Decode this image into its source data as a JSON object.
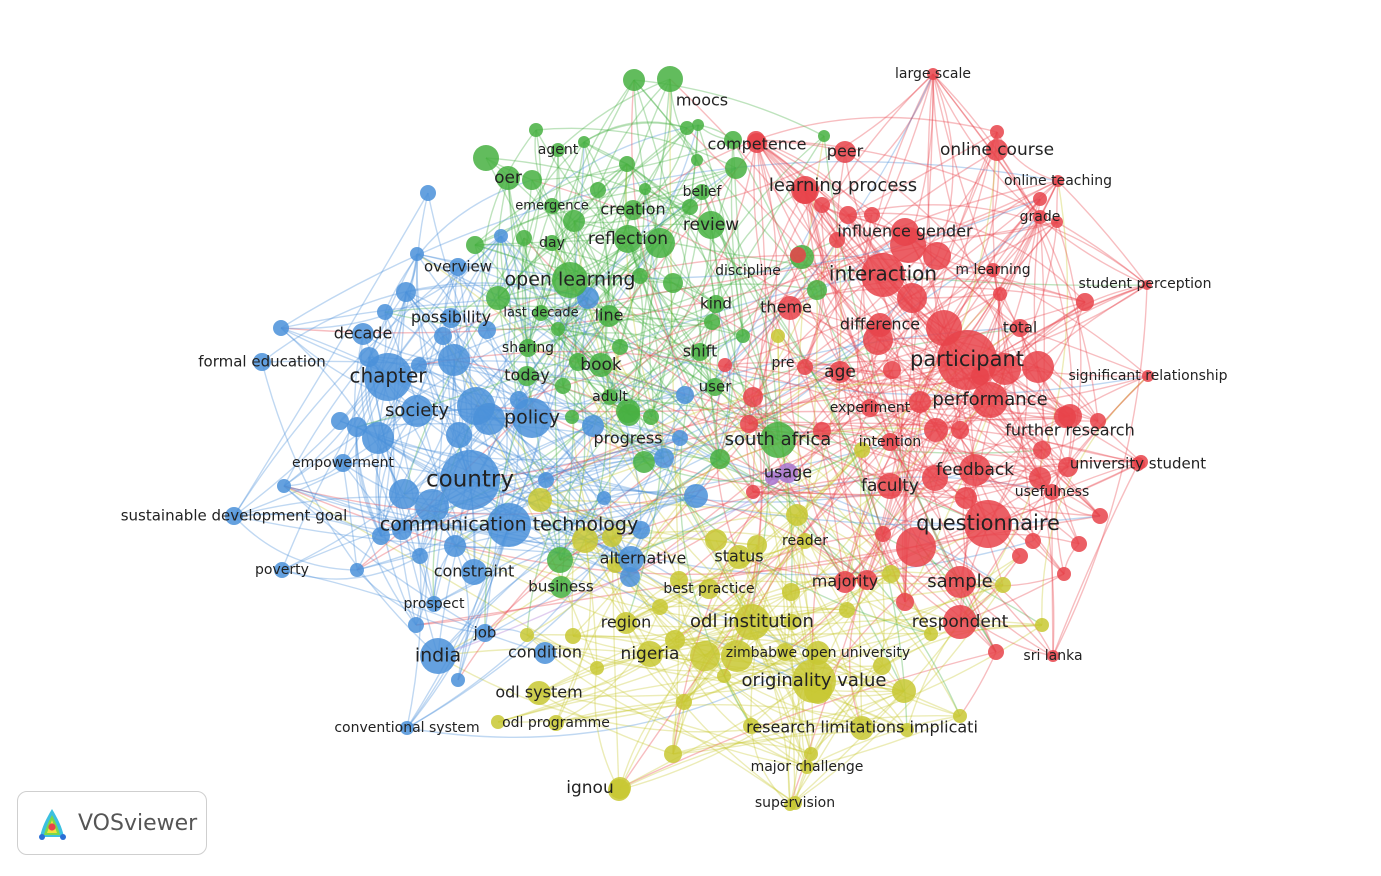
{
  "app": {
    "name": "VOSviewer"
  },
  "colors": {
    "cluster_red": "#e8434a",
    "cluster_green": "#46b041",
    "cluster_blue": "#4a90d9",
    "cluster_yellow": "#c8c832",
    "cluster_purple": "#a874d0"
  },
  "nodes": [
    {
      "id": "large-scale",
      "label": "large scale",
      "cluster": "red"
    },
    {
      "id": "online-course",
      "label": "online course",
      "cluster": "red"
    },
    {
      "id": "online-teaching",
      "label": "online teaching",
      "cluster": "red"
    },
    {
      "id": "grade",
      "label": "grade",
      "cluster": "red"
    },
    {
      "id": "m-learning",
      "label": "m learning",
      "cluster": "red"
    },
    {
      "id": "student-perception",
      "label": "student perception",
      "cluster": "red"
    },
    {
      "id": "significant-relationship",
      "label": "significant relationship",
      "cluster": "red"
    },
    {
      "id": "further-research",
      "label": "further research",
      "cluster": "red"
    },
    {
      "id": "university-student",
      "label": "university student",
      "cluster": "red"
    },
    {
      "id": "usefulness",
      "label": "usefulness",
      "cluster": "red"
    },
    {
      "id": "competence",
      "label": "competence",
      "cluster": "red"
    },
    {
      "id": "peer",
      "label": "peer",
      "cluster": "red"
    },
    {
      "id": "learning-process",
      "label": "learning process",
      "cluster": "red"
    },
    {
      "id": "influence-gender",
      "label": "influence gender",
      "cluster": "red"
    },
    {
      "id": "interaction",
      "label": "interaction",
      "cluster": "red"
    },
    {
      "id": "discipline",
      "label": "discipline",
      "cluster": "red"
    },
    {
      "id": "theme",
      "label": "theme",
      "cluster": "red"
    },
    {
      "id": "difference",
      "label": "difference",
      "cluster": "red"
    },
    {
      "id": "total",
      "label": "total",
      "cluster": "red"
    },
    {
      "id": "participant",
      "label": "participant",
      "cluster": "red"
    },
    {
      "id": "pre",
      "label": "pre",
      "cluster": "red"
    },
    {
      "id": "age",
      "label": "age",
      "cluster": "red"
    },
    {
      "id": "performance",
      "label": "performance",
      "cluster": "red"
    },
    {
      "id": "experiment",
      "label": "experiment",
      "cluster": "red"
    },
    {
      "id": "intention",
      "label": "intention",
      "cluster": "red"
    },
    {
      "id": "feedback",
      "label": "feedback",
      "cluster": "red"
    },
    {
      "id": "faculty",
      "label": "faculty",
      "cluster": "red"
    },
    {
      "id": "questionnaire",
      "label": "questionnaire",
      "cluster": "red"
    },
    {
      "id": "majority",
      "label": "majority",
      "cluster": "red"
    },
    {
      "id": "sample",
      "label": "sample",
      "cluster": "red"
    },
    {
      "id": "respondent",
      "label": "respondent",
      "cluster": "red"
    },
    {
      "id": "sri-lanka",
      "label": "sri lanka",
      "cluster": "red"
    },
    {
      "id": "moocs",
      "label": "moocs",
      "cluster": "green"
    },
    {
      "id": "agent",
      "label": "agent",
      "cluster": "green"
    },
    {
      "id": "oer",
      "label": "oer",
      "cluster": "green"
    },
    {
      "id": "belief",
      "label": "belief",
      "cluster": "green"
    },
    {
      "id": "emergence",
      "label": "emergence",
      "cluster": "green"
    },
    {
      "id": "creation",
      "label": "creation",
      "cluster": "green"
    },
    {
      "id": "review",
      "label": "review",
      "cluster": "green"
    },
    {
      "id": "day",
      "label": "day",
      "cluster": "green"
    },
    {
      "id": "reflection",
      "label": "reflection",
      "cluster": "green"
    },
    {
      "id": "open-learning",
      "label": "open learning",
      "cluster": "green"
    },
    {
      "id": "kind",
      "label": "kind",
      "cluster": "green"
    },
    {
      "id": "last-decade",
      "label": "last decade",
      "cluster": "green"
    },
    {
      "id": "line",
      "label": "line",
      "cluster": "green"
    },
    {
      "id": "sharing",
      "label": "sharing",
      "cluster": "green"
    },
    {
      "id": "shift",
      "label": "shift",
      "cluster": "green"
    },
    {
      "id": "book",
      "label": "book",
      "cluster": "green"
    },
    {
      "id": "today",
      "label": "today",
      "cluster": "green"
    },
    {
      "id": "user",
      "label": "user",
      "cluster": "green"
    },
    {
      "id": "adult",
      "label": "adult",
      "cluster": "green"
    },
    {
      "id": "progress",
      "label": "progress",
      "cluster": "green"
    },
    {
      "id": "south-africa",
      "label": "south africa",
      "cluster": "green"
    },
    {
      "id": "overview",
      "label": "overview",
      "cluster": "blue"
    },
    {
      "id": "possibility",
      "label": "possibility",
      "cluster": "blue"
    },
    {
      "id": "decade",
      "label": "decade",
      "cluster": "blue"
    },
    {
      "id": "formal-education",
      "label": "formal education",
      "cluster": "blue"
    },
    {
      "id": "chapter",
      "label": "chapter",
      "cluster": "blue"
    },
    {
      "id": "society",
      "label": "society",
      "cluster": "blue"
    },
    {
      "id": "policy",
      "label": "policy",
      "cluster": "blue"
    },
    {
      "id": "empowerment",
      "label": "empowerment",
      "cluster": "blue"
    },
    {
      "id": "country",
      "label": "country",
      "cluster": "blue"
    },
    {
      "id": "sustainable-development-goal",
      "label": "sustainable development goal",
      "cluster": "blue"
    },
    {
      "id": "communication-technology",
      "label": "communication technology",
      "cluster": "blue"
    },
    {
      "id": "poverty",
      "label": "poverty",
      "cluster": "blue"
    },
    {
      "id": "constraint",
      "label": "constraint",
      "cluster": "blue"
    },
    {
      "id": "prospect",
      "label": "prospect",
      "cluster": "blue"
    },
    {
      "id": "job",
      "label": "job",
      "cluster": "blue"
    },
    {
      "id": "india",
      "label": "india",
      "cluster": "blue"
    },
    {
      "id": "condition",
      "label": "condition",
      "cluster": "blue"
    },
    {
      "id": "conventional-system",
      "label": "conventional system",
      "cluster": "blue"
    },
    {
      "id": "alternative",
      "label": "alternative",
      "cluster": "blue"
    },
    {
      "id": "business",
      "label": "business",
      "cluster": "green"
    },
    {
      "id": "usage",
      "label": "usage",
      "cluster": "purple"
    },
    {
      "id": "reader",
      "label": "reader",
      "cluster": "yellow"
    },
    {
      "id": "status",
      "label": "status",
      "cluster": "yellow"
    },
    {
      "id": "best-practice",
      "label": "best practice",
      "cluster": "yellow"
    },
    {
      "id": "region",
      "label": "region",
      "cluster": "yellow"
    },
    {
      "id": "odl-institution",
      "label": "odl institution",
      "cluster": "yellow"
    },
    {
      "id": "nigeria",
      "label": "nigeria",
      "cluster": "yellow"
    },
    {
      "id": "zimbabwe-open-university",
      "label": "zimbabwe open university",
      "cluster": "yellow"
    },
    {
      "id": "odl-system",
      "label": "odl system",
      "cluster": "yellow"
    },
    {
      "id": "originality-value",
      "label": "originality value",
      "cluster": "yellow"
    },
    {
      "id": "odl-programme",
      "label": "odl programme",
      "cluster": "yellow"
    },
    {
      "id": "research-limitations-implicati",
      "label": "research limitations implicati",
      "cluster": "yellow"
    },
    {
      "id": "major-challenge",
      "label": "major challenge",
      "cluster": "yellow"
    },
    {
      "id": "ignou",
      "label": "ignou",
      "cluster": "yellow"
    },
    {
      "id": "supervision",
      "label": "supervision",
      "cluster": "yellow"
    }
  ]
}
